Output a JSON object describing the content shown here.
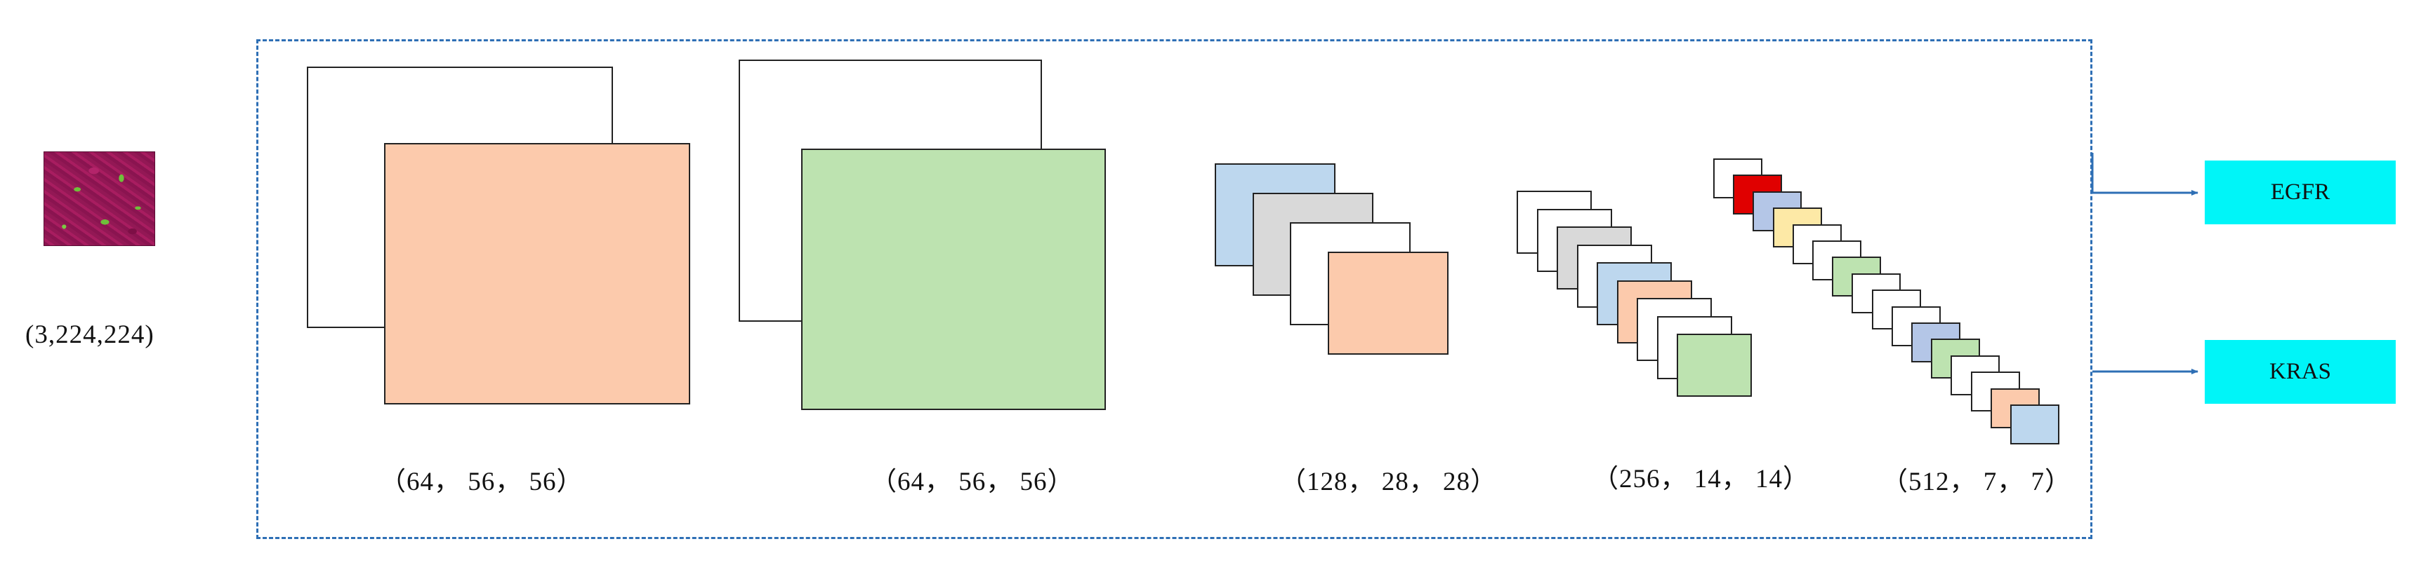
{
  "input": {
    "image_name": "tissue-slide-image",
    "shape_label": "(3,224,224)"
  },
  "stages": [
    {
      "label": "（64， 56， 56）"
    },
    {
      "label": "（64， 56， 56）"
    },
    {
      "label": "（128， 28， 28）"
    },
    {
      "label": "（256， 14， 14）"
    },
    {
      "label": "（512， 7， 7）"
    }
  ],
  "outputs": [
    {
      "label": "EGFR"
    },
    {
      "label": "KRAS"
    }
  ],
  "colors": {
    "frame": "#2e6fb5",
    "arrow": "#2e6fb5",
    "output_box": "#00f5f8",
    "salmon": "#fccaac",
    "green": "#bde3b0",
    "blue": "#bdd7ee",
    "gray": "#d9d9d9",
    "red": "#e00000",
    "yellow": "#fde9a6",
    "slate_blue": "#b4c6e7",
    "white": "#ffffff"
  }
}
